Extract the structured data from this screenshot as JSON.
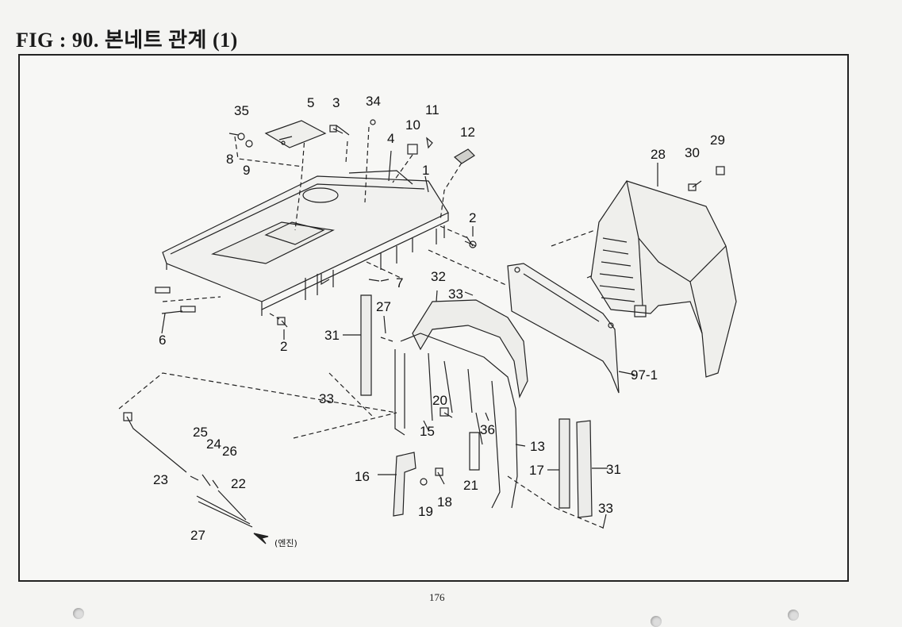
{
  "figure": {
    "title": "FIG : 90.  본네트 관계 (1)"
  },
  "note": "(엔진)",
  "page_number": "176",
  "callouts": {
    "c35": "35",
    "c5": "5",
    "c3": "3",
    "c34": "34",
    "c11": "11",
    "c10": "10",
    "c12": "12",
    "c4": "4",
    "c8": "8",
    "c9": "9",
    "c1": "1",
    "c2a": "2",
    "c28": "28",
    "c30": "30",
    "c29": "29",
    "c7": "7",
    "c6": "6",
    "c2b": "2",
    "c32": "32",
    "c33a": "33",
    "c27a": "27",
    "c31a": "31",
    "c33b": "33",
    "c97": "97-1",
    "c20": "20",
    "c15": "15",
    "c36": "36",
    "c13": "13",
    "c25": "25",
    "c24": "24",
    "c26": "26",
    "c23": "23",
    "c22": "22",
    "c16": "16",
    "c19": "19",
    "c18": "18",
    "c21": "21",
    "c17": "17",
    "c31b": "31",
    "c33c": "33",
    "c27b": "27"
  }
}
